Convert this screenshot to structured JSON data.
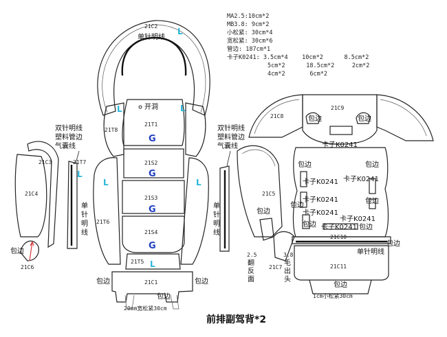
{
  "title": "前排副驾背*2",
  "colors": {
    "L_mark": "#29b6d8",
    "G_mark": "#1f3fbf",
    "arrow": "#d23a3a"
  },
  "specs": [
    "MA2.5:10cm*2",
    "MB3.8: 9cm*2",
    "小松紧: 30cm*4",
    "宽松紧: 30cm*6",
    "管边: 187cm*1",
    "卡子K0241: 3.5cm*4    10cm*2      8.5cm*2",
    "5cm*2      18.5cm*2     2cm*2",
    "4cm*2       6cm*2"
  ],
  "codes": {
    "c21C2": "21C2",
    "c21T1": "21T1",
    "c21T8": "21T8",
    "c21S2": "21S2",
    "c21S3": "21S3",
    "c21S4": "21S4",
    "c21T5": "21T5",
    "c21C1": "21C1",
    "c21C3": "21C3",
    "c21T7": "21T7",
    "c21C4": "21C4",
    "c21T6": "21T6",
    "c21C6": "21C6",
    "c21C8": "21C8",
    "c21C9": "21C9",
    "c21C5": "21C5",
    "c21C7": "21C7",
    "c21C10": "21C10",
    "c21C11": "21C11"
  },
  "labels": {
    "dan_top": "单针明线",
    "kaidong": "开洞",
    "shuang_left": [
      "双针明线",
      "塑料管边",
      "气囊线"
    ],
    "shuang_right": [
      "双针明线",
      "塑料管边",
      "气囊线"
    ],
    "dan_vert_left": [
      "单",
      "针",
      "明",
      "线"
    ],
    "dan_vert_right": [
      "单",
      "针",
      "明",
      "线"
    ],
    "baobian": "包边",
    "kazi": "卡子K0241",
    "dan_right": "单针明线",
    "kuansong": "20mm宽松紧30cm",
    "xiaosong": "1cm小松紧30cm",
    "note_left": [
      "2.5",
      "翻",
      "反",
      "面"
    ],
    "note_right": [
      "3.8",
      "毛",
      "出",
      "头"
    ]
  },
  "marks": {
    "L": "L",
    "G": "G"
  }
}
